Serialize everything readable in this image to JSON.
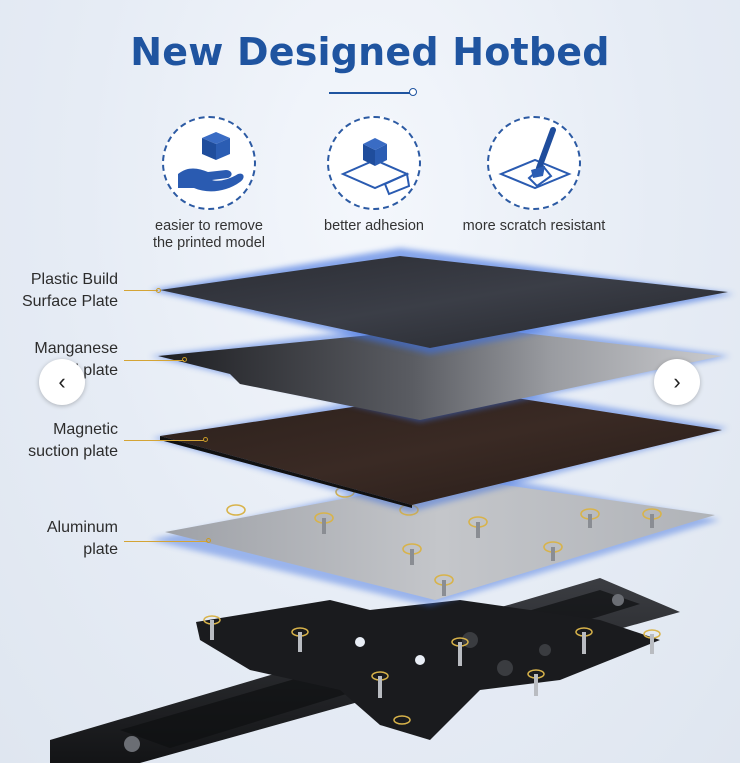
{
  "title": "New Designed Hotbed",
  "features": [
    {
      "label_line1": "easier to remove",
      "label_line2": "the printed model",
      "icon": "hand-cube-icon"
    },
    {
      "label_line1": "better adhesion",
      "label_line2": "",
      "icon": "cube-on-sheet-icon"
    },
    {
      "label_line1": "more scratch resistant",
      "label_line2": "",
      "icon": "scraper-icon"
    }
  ],
  "layers": [
    {
      "line1": "Plastic Build",
      "line2": "Surface Plate"
    },
    {
      "line1": "Manganese",
      "line2": "steel plate"
    },
    {
      "line1": "Magnetic",
      "line2": "suction plate"
    },
    {
      "line1": "Aluminum",
      "line2": "plate"
    }
  ],
  "nav": {
    "prev": "‹",
    "next": "›"
  },
  "colors": {
    "title": "#1f54a0",
    "accent": "#d4a435",
    "glow": "#3d6fe0"
  }
}
